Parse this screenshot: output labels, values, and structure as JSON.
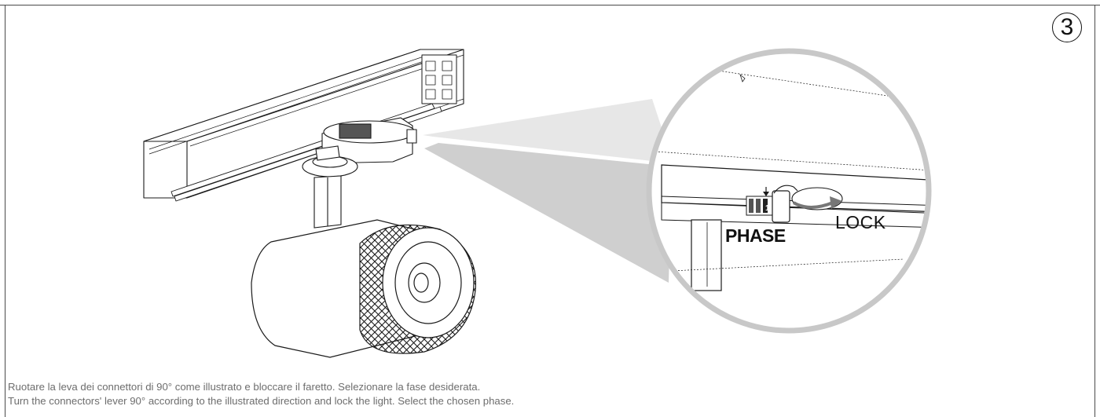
{
  "step_number": "3",
  "labels": {
    "phase": "PHASE",
    "lock": "LOCK"
  },
  "caption": {
    "italian": "Ruotare la leva dei connettori di 90° come illustrato e bloccare il faretto. Selezionare la fase desiderata.",
    "english": "Turn the connectors' lever 90° according to the illustrated direction and lock the light. Select the chosen phase."
  }
}
